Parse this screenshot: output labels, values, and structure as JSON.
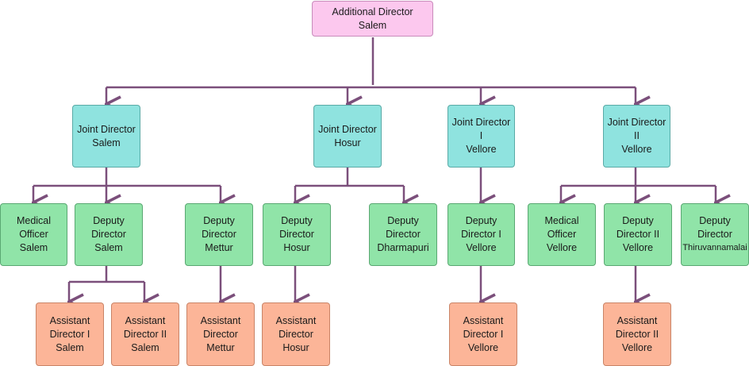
{
  "colors": {
    "connector": "#7b4f7b",
    "top": "#fcc8ee",
    "joint": "#8fe3df",
    "deputy": "#90e4a8",
    "assistant": "#fcb598"
  },
  "nodes": {
    "additional_director_salem": [
      "Additional Director",
      "Salem"
    ],
    "joint_director_salem": [
      "Joint Director",
      "Salem"
    ],
    "joint_director_hosur": [
      "Joint Director",
      "Hosur"
    ],
    "joint_director_1_vellore": [
      "Joint Director",
      "I",
      "Vellore"
    ],
    "joint_director_2_vellore": [
      "Joint Director",
      "II",
      "Vellore"
    ],
    "medical_officer_salem": [
      "Medical",
      "Officer",
      "Salem"
    ],
    "deputy_director_salem": [
      "Deputy",
      "Director",
      "Salem"
    ],
    "deputy_director_mettur": [
      "Deputy",
      "Director",
      "Mettur"
    ],
    "deputy_director_hosur": [
      "Deputy",
      "Director",
      "Hosur"
    ],
    "deputy_director_dharmapuri": [
      "Deputy",
      "Director",
      "Dharmapuri"
    ],
    "deputy_director_1_vellore": [
      "Deputy",
      "Director I",
      "Vellore"
    ],
    "medical_officer_vellore": [
      "Medical",
      "Officer",
      "Vellore"
    ],
    "deputy_director_2_vellore": [
      "Deputy",
      "Director II",
      "Vellore"
    ],
    "deputy_director_thiruvannamalai": [
      "Deputy",
      "Director",
      "Thiruvannamalai"
    ],
    "assistant_director_1_salem": [
      "Assistant",
      "Director I",
      "Salem"
    ],
    "assistant_director_2_salem": [
      "Assistant",
      "Director II",
      "Salem"
    ],
    "assistant_director_mettur": [
      "Assistant",
      "Director",
      "Mettur"
    ],
    "assistant_director_hosur": [
      "Assistant",
      "Director",
      "Hosur"
    ],
    "assistant_director_1_vellore": [
      "Assistant",
      "Director I",
      "Vellore"
    ],
    "assistant_director_2_vellore": [
      "Assistant",
      "Director II",
      "Vellore"
    ]
  }
}
